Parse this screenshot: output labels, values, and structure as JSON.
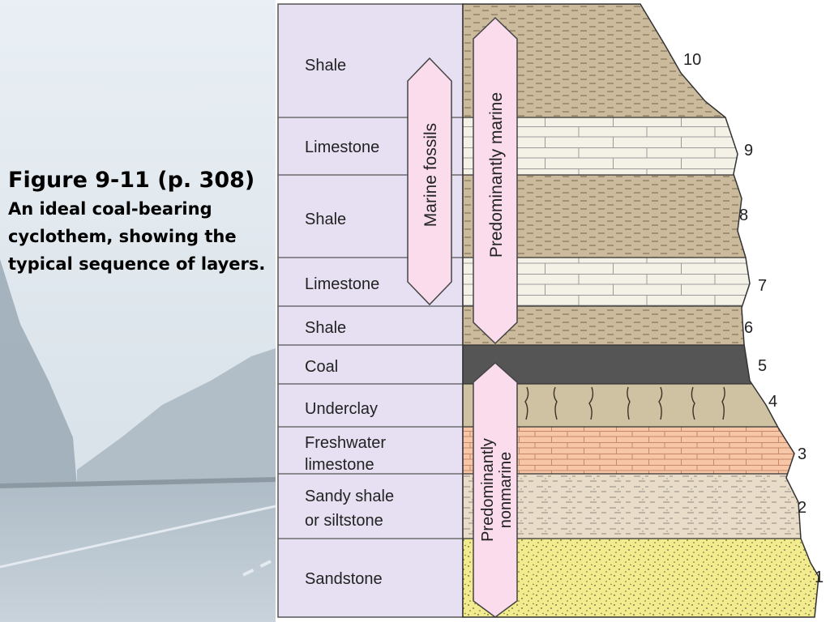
{
  "slide": {
    "figure_title": "Figure 9-11  (p. 308)",
    "figure_description": "An ideal coal-bearing cyclothem, showing the typical sequence of layers."
  },
  "layers": [
    {
      "name": "Shale",
      "number": "10",
      "pattern": "shale"
    },
    {
      "name": "Limestone",
      "number": "9",
      "pattern": "limestone"
    },
    {
      "name": "Shale",
      "number": "8",
      "pattern": "shale"
    },
    {
      "name": "Limestone",
      "number": "7",
      "pattern": "limestone"
    },
    {
      "name": "Shale",
      "number": "6",
      "pattern": "shale"
    },
    {
      "name": "Coal",
      "number": "5",
      "pattern": "coal"
    },
    {
      "name": "Underclay",
      "number": "4",
      "pattern": "underclay"
    },
    {
      "name": "Freshwater limestone",
      "number": "3",
      "pattern": "freshwater"
    },
    {
      "name": "Sandy shale or siltstone",
      "number": "2",
      "pattern": "siltstone"
    },
    {
      "name": "Sandstone",
      "number": "1",
      "pattern": "sandstone"
    }
  ],
  "arrows": {
    "marine_fossils": "Marine fossils",
    "predominantly_marine": "Predominantly marine",
    "predominantly_nonmarine_line1": "Predominantly",
    "predominantly_nonmarine_line2": "nonmarine"
  },
  "colors": {
    "label_column": "#e6e0f2",
    "shale": "#cbbb9c",
    "limestone": "#f4f1e6",
    "coal": "#555555",
    "underclay": "#cfc2a2",
    "freshwater_limestone": "#f6c6a6",
    "siltstone": "#e9dcc8",
    "sandstone": "#f2ec8e",
    "arrow_fill": "#fadcec"
  }
}
